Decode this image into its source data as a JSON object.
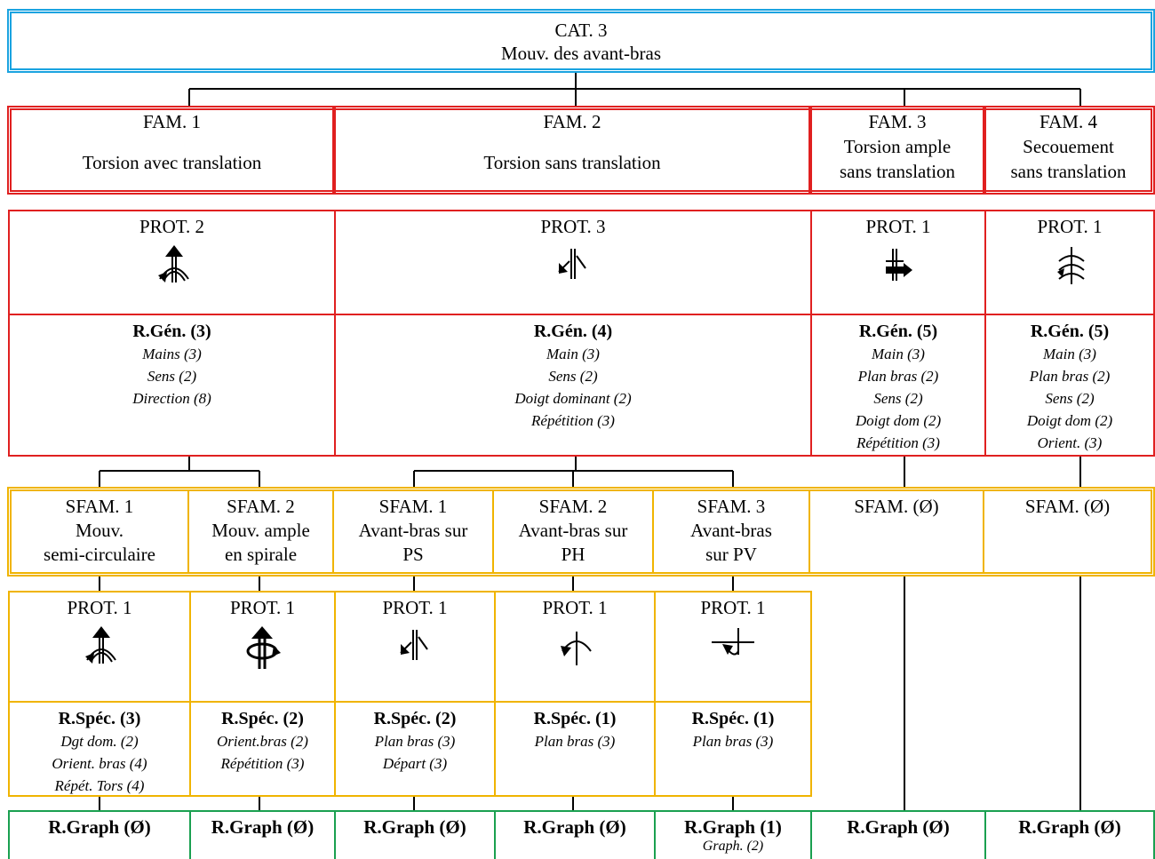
{
  "cat": {
    "title": "CAT. 3",
    "subtitle": "Mouv. des avant-bras"
  },
  "families": [
    {
      "num": "FAM. 1",
      "name1": "Torsion avec translation",
      "name2": ""
    },
    {
      "num": "FAM. 2",
      "name1": "Torsion sans translation",
      "name2": ""
    },
    {
      "num": "FAM. 3",
      "name1": "Torsion ample",
      "name2": "sans translation"
    },
    {
      "num": "FAM. 4",
      "name1": "Secouement",
      "name2": "sans translation"
    }
  ],
  "family_prot": [
    {
      "label": "PROT. 2",
      "icon": "torsion-translation-icon"
    },
    {
      "label": "PROT. 3",
      "icon": "torsion-no-translation-icon"
    },
    {
      "label": "PROT. 1",
      "icon": "ample-torsion-icon"
    },
    {
      "label": "PROT. 1",
      "icon": "shake-icon"
    }
  ],
  "family_rgen": [
    {
      "title": "R.Gén. (3)",
      "items": [
        "Mains (3)",
        "Sens (2)",
        "Direction (8)"
      ]
    },
    {
      "title": "R.Gén. (4)",
      "items": [
        "Main (3)",
        "Sens (2)",
        "Doigt dominant (2)",
        "Répétition (3)"
      ]
    },
    {
      "title": "R.Gén. (5)",
      "items": [
        "Main (3)",
        "Plan bras (2)",
        "Sens (2)",
        "Doigt dom (2)",
        "Répétition (3)"
      ]
    },
    {
      "title": "R.Gén. (5)",
      "items": [
        "Main (3)",
        "Plan bras (2)",
        "Sens (2)",
        "Doigt dom (2)",
        "Orient. (3)"
      ]
    }
  ],
  "subfamilies": [
    {
      "line1": "SFAM. 1",
      "line2": "Mouv.",
      "line3": "semi-circulaire"
    },
    {
      "line1": "SFAM. 2",
      "line2": "Mouv. ample",
      "line3": "en spirale"
    },
    {
      "line1": "SFAM. 1",
      "line2": "Avant-bras sur",
      "line3": "PS"
    },
    {
      "line1": "SFAM. 2",
      "line2": "Avant-bras sur",
      "line3": "PH"
    },
    {
      "line1": "SFAM. 3",
      "line2": "Avant-bras",
      "line3": "sur PV"
    },
    {
      "line1": "SFAM. (Ø)",
      "line2": "",
      "line3": ""
    },
    {
      "line1": "SFAM. (Ø)",
      "line2": "",
      "line3": ""
    }
  ],
  "sub_prot": [
    {
      "label": "PROT. 1",
      "icon": "semi-circular-icon"
    },
    {
      "label": "PROT. 1",
      "icon": "spiral-icon"
    },
    {
      "label": "PROT. 1",
      "icon": "forearm-ps-icon"
    },
    {
      "label": "PROT. 1",
      "icon": "forearm-ph-icon"
    },
    {
      "label": "PROT. 1",
      "icon": "forearm-pv-icon"
    }
  ],
  "sub_rspec": [
    {
      "title": "R.Spéc. (3)",
      "items": [
        "Dgt dom. (2)",
        "Orient. bras (4)",
        "Répét. Tors (4)"
      ]
    },
    {
      "title": "R.Spéc. (2)",
      "items": [
        "Orient.bras (2)",
        "Répétition (3)"
      ]
    },
    {
      "title": "R.Spéc. (2)",
      "items": [
        "Plan bras (3)",
        "Départ (3)"
      ]
    },
    {
      "title": "R.Spéc. (1)",
      "items": [
        "Plan bras (3)"
      ]
    },
    {
      "title": "R.Spéc. (1)",
      "items": [
        "Plan bras (3)"
      ]
    }
  ],
  "graph": [
    {
      "title": "R.Graph (Ø)",
      "note": ""
    },
    {
      "title": "R.Graph (Ø)",
      "note": ""
    },
    {
      "title": "R.Graph (Ø)",
      "note": ""
    },
    {
      "title": "R.Graph (Ø)",
      "note": ""
    },
    {
      "title": "R.Graph (1)",
      "note": "Graph. (2)"
    },
    {
      "title": "R.Graph (Ø)",
      "note": ""
    },
    {
      "title": "R.Graph (Ø)",
      "note": ""
    }
  ]
}
